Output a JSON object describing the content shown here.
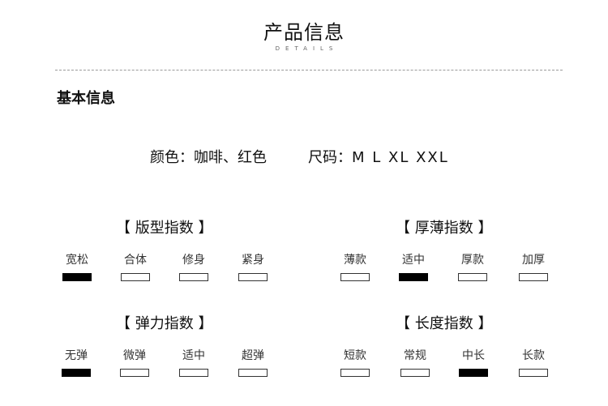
{
  "header": {
    "title": "产品信息",
    "subtitle": "DETAILS"
  },
  "section": {
    "heading": "基本信息"
  },
  "specs": {
    "color_label": "颜色：",
    "color_value": "咖啡、红色",
    "size_label": "尺码：",
    "size_value": "M  L  XL  XXL"
  },
  "groups": [
    {
      "title": "【 版型指数 】",
      "options": [
        "宽松",
        "合体",
        "修身",
        "紧身"
      ],
      "selected": 0
    },
    {
      "title": "【 厚薄指数 】",
      "options": [
        "薄款",
        "适中",
        "厚款",
        "加厚"
      ],
      "selected": 1
    },
    {
      "title": "【 弹力指数 】",
      "options": [
        "无弹",
        "微弹",
        "适中",
        "超弹"
      ],
      "selected": 0
    },
    {
      "title": "【 长度指数 】",
      "options": [
        "短款",
        "常规",
        "中长",
        "长款"
      ],
      "selected": 2
    }
  ]
}
